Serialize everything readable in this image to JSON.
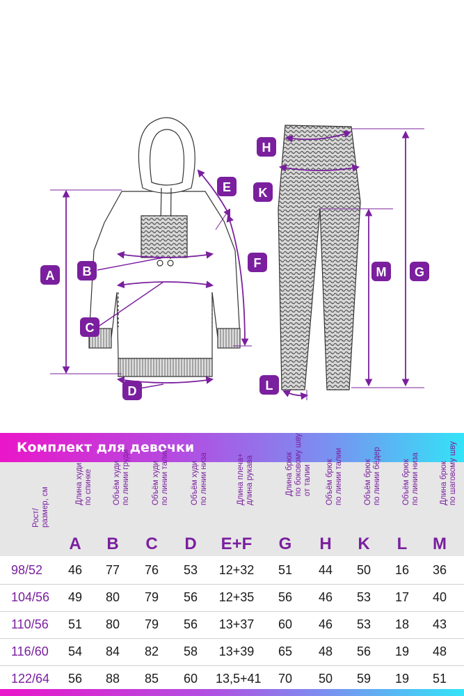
{
  "banner": {
    "title": "Комплект для девочки"
  },
  "colors": {
    "accent": "#7a1f9e",
    "magenta": "#ea16c9",
    "cyan": "#33e3f7",
    "header_bg": "#e6e6e6"
  },
  "diagram": {
    "labels": {
      "A": "A",
      "B": "B",
      "C": "C",
      "D": "D",
      "E": "E",
      "F": "F",
      "G": "G",
      "H": "H",
      "K": "K",
      "L": "L",
      "M": "M"
    }
  },
  "table": {
    "size_header": "Рост/\nразмер, см",
    "columns": [
      {
        "letter": "A",
        "desc": "Длина худи\nпо спинке"
      },
      {
        "letter": "B",
        "desc": "Объём худи\nпо линии груди"
      },
      {
        "letter": "C",
        "desc": "Объём худи\nпо линии талии"
      },
      {
        "letter": "D",
        "desc": "Объём худи\nпо линии низа"
      },
      {
        "letter": "E+F",
        "desc": "Длина плеча+\nдлина рукава"
      },
      {
        "letter": "G",
        "desc": "Длина брюк\nпо боковому шву\nот талии"
      },
      {
        "letter": "H",
        "desc": "Объём брюк\nпо линии талии"
      },
      {
        "letter": "K",
        "desc": "Объём брюк\nпо линии бёдер"
      },
      {
        "letter": "L",
        "desc": "Объём брюк\nпо линии низа"
      },
      {
        "letter": "M",
        "desc": "Длина брюк\nпо шаговому шву"
      }
    ],
    "rows": [
      {
        "size": "98/52",
        "values": [
          "46",
          "77",
          "76",
          "53",
          "12+32",
          "51",
          "44",
          "50",
          "16",
          "36"
        ]
      },
      {
        "size": "104/56",
        "values": [
          "49",
          "80",
          "79",
          "56",
          "12+35",
          "56",
          "46",
          "53",
          "17",
          "40"
        ]
      },
      {
        "size": "110/56",
        "values": [
          "51",
          "80",
          "79",
          "56",
          "13+37",
          "60",
          "46",
          "53",
          "18",
          "43"
        ]
      },
      {
        "size": "116/60",
        "values": [
          "54",
          "84",
          "82",
          "58",
          "13+39",
          "65",
          "48",
          "56",
          "19",
          "48"
        ]
      },
      {
        "size": "122/64",
        "values": [
          "56",
          "88",
          "85",
          "60",
          "13,5+41",
          "70",
          "50",
          "59",
          "19",
          "51"
        ]
      }
    ]
  }
}
